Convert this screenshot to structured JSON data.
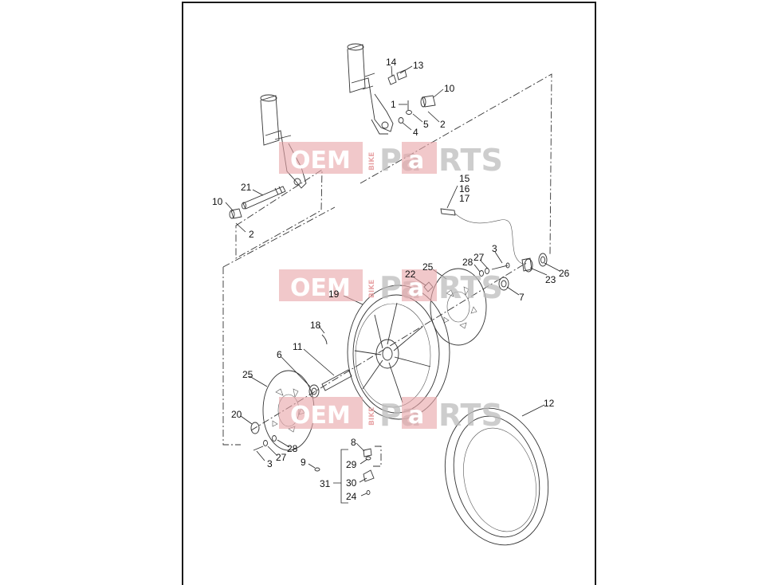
{
  "watermark": {
    "oem": "OEM",
    "bike": "BIKE",
    "pa": "Pa",
    "rts_a": "a",
    "rts": "RTS"
  },
  "colors": {
    "watermark_red": "#e9a7a9",
    "watermark_gray": "#bdbdbd",
    "line": "#333333",
    "frame": "#1a1a1a"
  },
  "callouts": [
    {
      "id": "c14",
      "text": "14"
    },
    {
      "id": "c13",
      "text": "13"
    },
    {
      "id": "c10a",
      "text": "10"
    },
    {
      "id": "c1",
      "text": "1"
    },
    {
      "id": "c5",
      "text": "5"
    },
    {
      "id": "c2a",
      "text": "2"
    },
    {
      "id": "c4",
      "text": "4"
    },
    {
      "id": "c21",
      "text": "21"
    },
    {
      "id": "c10b",
      "text": "10"
    },
    {
      "id": "c2b",
      "text": "2"
    },
    {
      "id": "c15",
      "text": "15"
    },
    {
      "id": "c16",
      "text": "16"
    },
    {
      "id": "c17",
      "text": "17"
    },
    {
      "id": "c3a",
      "text": "3"
    },
    {
      "id": "c27a",
      "text": "27"
    },
    {
      "id": "c28a",
      "text": "28"
    },
    {
      "id": "c25a",
      "text": "25"
    },
    {
      "id": "c22",
      "text": "22"
    },
    {
      "id": "c23",
      "text": "23"
    },
    {
      "id": "c26",
      "text": "26"
    },
    {
      "id": "c19",
      "text": "19"
    },
    {
      "id": "c7",
      "text": "7"
    },
    {
      "id": "c18",
      "text": "18"
    },
    {
      "id": "c11",
      "text": "11"
    },
    {
      "id": "c6",
      "text": "6"
    },
    {
      "id": "c25b",
      "text": "25"
    },
    {
      "id": "c12",
      "text": "12"
    },
    {
      "id": "c20",
      "text": "20"
    },
    {
      "id": "c28b",
      "text": "28"
    },
    {
      "id": "c27b",
      "text": "27"
    },
    {
      "id": "c3b",
      "text": "3"
    },
    {
      "id": "c8",
      "text": "8"
    },
    {
      "id": "c29",
      "text": "29"
    },
    {
      "id": "c9",
      "text": "9"
    },
    {
      "id": "c30",
      "text": "30"
    },
    {
      "id": "c31",
      "text": "31"
    },
    {
      "id": "c24",
      "text": "24"
    }
  ]
}
